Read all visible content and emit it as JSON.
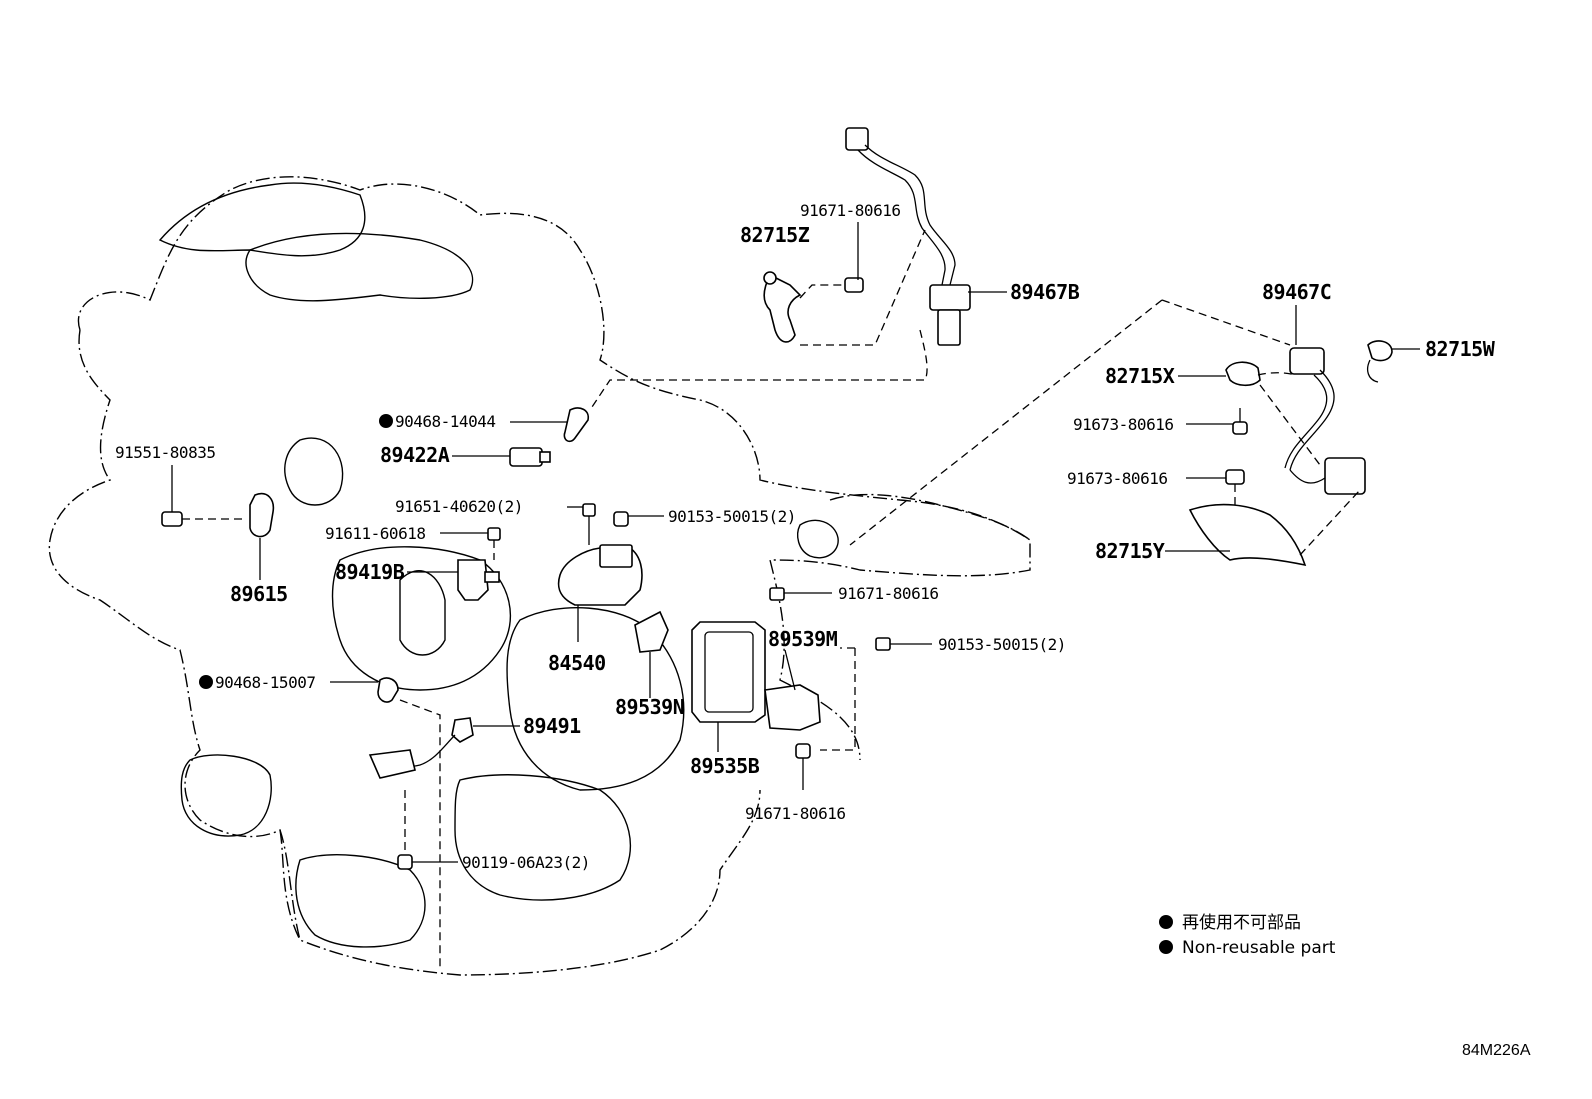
{
  "labels": {
    "l_89467B": "89467B",
    "l_89467C": "89467C",
    "l_82715Z": "82715Z",
    "l_91671_a": "91671-80616",
    "l_82715W": "82715W",
    "l_82715X": "82715X",
    "l_91673_a": "91673-80616",
    "l_91673_b": "91673-80616",
    "l_82715Y": "82715Y",
    "l_90468_14044": "90468-14044",
    "l_89422A": "89422A",
    "l_91551": "91551-80835",
    "l_91651": "91651-40620(2)",
    "l_90153_a": "90153-50015(2)",
    "l_91611": "91611-60618",
    "l_89419B": "89419B",
    "l_89615": "89615",
    "l_91671_b": "91671-80616",
    "l_89539M": "89539M",
    "l_90153_b": "90153-50015(2)",
    "l_90468_15007": "90468-15007",
    "l_84540": "84540",
    "l_89539N": "89539N",
    "l_89491": "89491",
    "l_89535B": "89535B",
    "l_91671_c": "91671-80616",
    "l_90119": "90119-06A23(2)"
  },
  "legend": {
    "jp": "再使用不可部品",
    "en": "Non-reusable part"
  },
  "diagram_code": "84M226A"
}
